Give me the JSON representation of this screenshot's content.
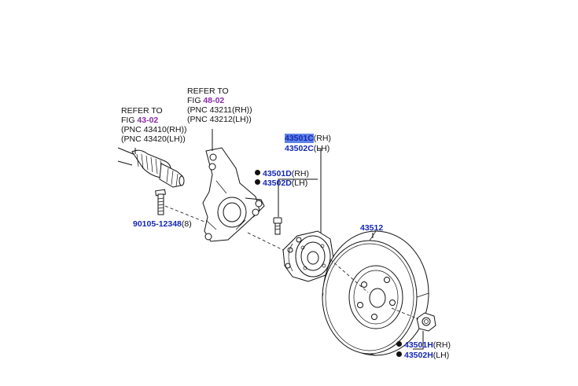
{
  "refs": {
    "knuckle": {
      "line1": "REFER TO",
      "fig_prefix": "FIG ",
      "fig_number": "48-02",
      "pnc_rh": "(PNC 43211(RH))",
      "pnc_lh": "(PNC 43212(LH))"
    },
    "drive_shaft": {
      "line1": "REFER TO",
      "fig_prefix": "FIG ",
      "fig_number": "43-02",
      "pnc_rh": "(PNC 43410(RH))",
      "pnc_lh": "(PNC 43420(LH))"
    }
  },
  "parts": {
    "hub_rh": {
      "number": "43501C",
      "side": "(RH)"
    },
    "hub_lh": {
      "number": "43502C",
      "side": "(LH)"
    },
    "bolt_rh": {
      "number": "43501D",
      "side": "(RH)"
    },
    "bolt_lh": {
      "number": "43502D",
      "side": "(LH)"
    },
    "stud": {
      "number": "90105-12348",
      "qty": "(8)"
    },
    "disc": {
      "number": "43512"
    },
    "nut_rh": {
      "number": "43501H",
      "side": "(RH)"
    },
    "nut_lh": {
      "number": "43502H",
      "side": "(LH)"
    }
  }
}
